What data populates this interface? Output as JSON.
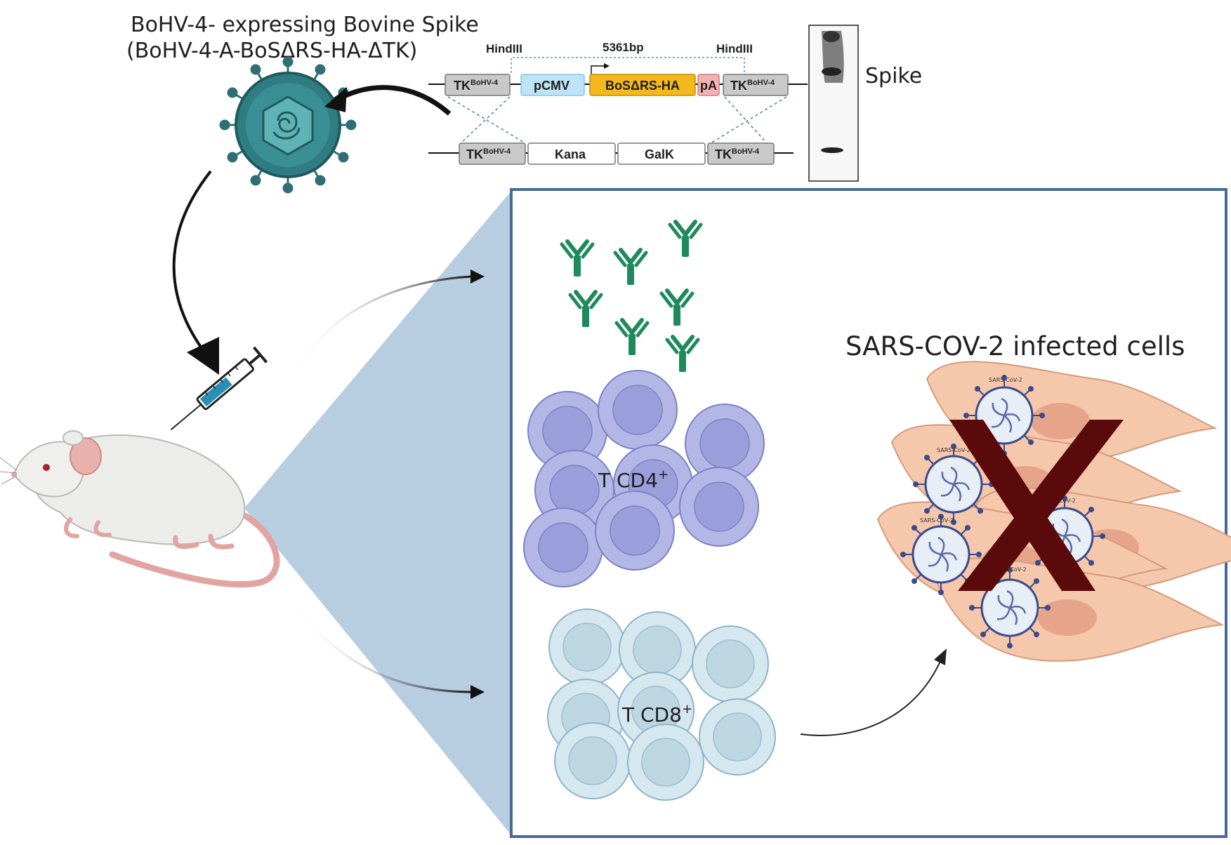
{
  "title": {
    "line1": "BoHV-4- expressing Bovine Spike",
    "line2": "(BoHV-4-A-BoSΔRS-HA-ΔTK)"
  },
  "construct": {
    "site_left": "HindIII",
    "site_right": "HindIII",
    "size": "5361bp",
    "tk_base": "TK",
    "tk_sup": "BoHV-4",
    "pcmv": "pCMV",
    "spike_gene": "BoSΔRS-HA",
    "pa": "pA",
    "kana": "Kana",
    "galk": "GalK"
  },
  "western_blot": {
    "label": "Spike"
  },
  "immune_panel": {
    "infected_title": "SARS-COV-2 infected cells",
    "virus_label": "SARS-CoV-2",
    "cd4_label": "T CD4",
    "cd4_sup": "+",
    "cd8_label": "T CD8",
    "cd8_sup": "+"
  },
  "colors": {
    "virus": "#2f7d82",
    "antibody": "#1f8a5e",
    "cd4": "#a9aee0",
    "cd8": "#cfe3ec",
    "cell": "#f6c6a8",
    "cross": "#5a0a0a",
    "panel_border": "#4a6a96",
    "cone": "#b7cde0"
  },
  "icons": [
    "virus-icon",
    "syringe-icon",
    "mouse-icon",
    "antibody-icon",
    "arrow-icon",
    "cross-icon"
  ]
}
